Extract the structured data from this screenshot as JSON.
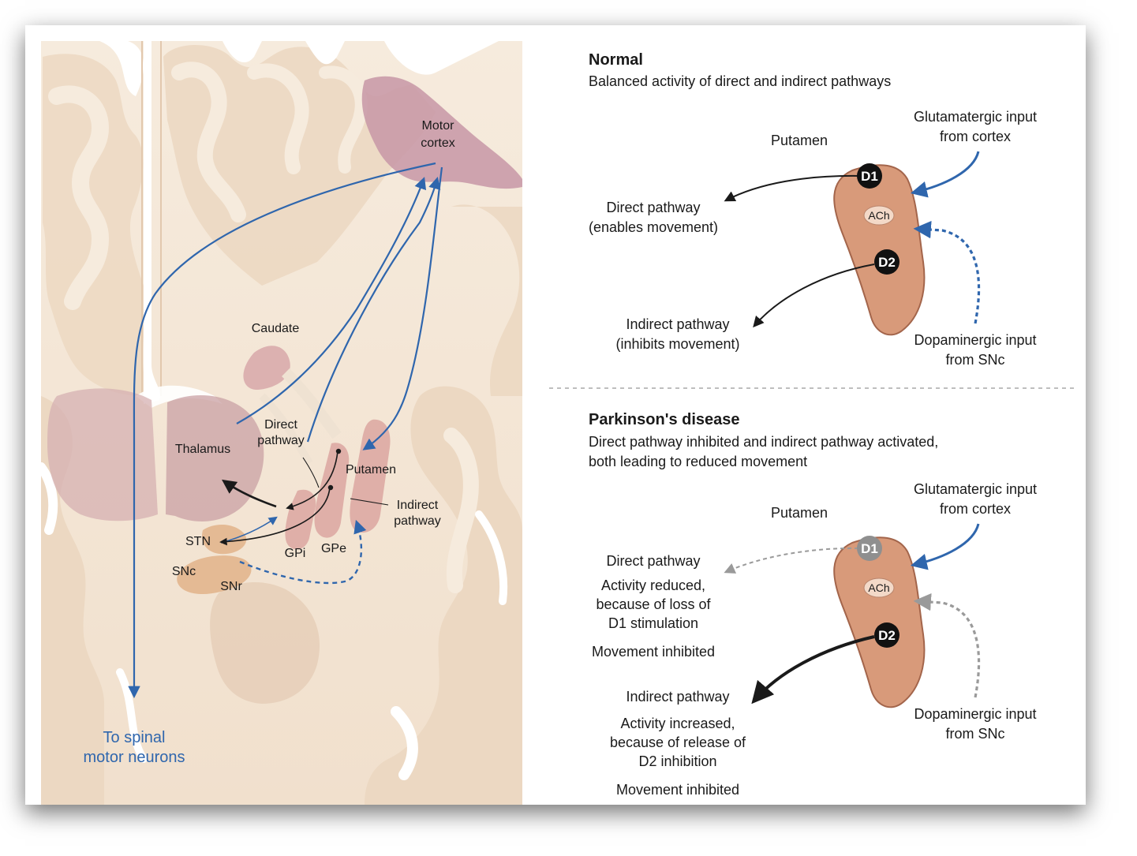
{
  "brain": {
    "motor_cortex": [
      "Motor",
      "cortex"
    ],
    "caudate": "Caudate",
    "thalamus": "Thalamus",
    "direct_pathway": [
      "Direct",
      "pathway"
    ],
    "putamen": "Putamen",
    "indirect_pathway": [
      "Indirect",
      "pathway"
    ],
    "stn": "STN",
    "gpi": "GPi",
    "gpe": "GPe",
    "snc": "SNc",
    "snr": "SNr",
    "spinal": [
      "To spinal",
      "motor neurons"
    ]
  },
  "normal": {
    "title": "Normal",
    "subtitle": "Balanced activity of direct and indirect pathways",
    "putamen": "Putamen",
    "glutamatergic": [
      "Glutamatergic input",
      "from cortex"
    ],
    "direct": [
      "Direct pathway",
      "(enables movement)"
    ],
    "indirect": [
      "Indirect pathway",
      "(inhibits movement)"
    ],
    "dopaminergic": [
      "Dopaminergic input",
      "from SNc"
    ],
    "d1": "D1",
    "d2": "D2",
    "ach": "ACh"
  },
  "parkinsons": {
    "title": "Parkinson's disease",
    "subtitle": [
      "Direct pathway inhibited and indirect pathway activated,",
      "both leading to reduced movement"
    ],
    "putamen": "Putamen",
    "glutamatergic": [
      "Glutamatergic input",
      "from cortex"
    ],
    "direct_title": "Direct pathway",
    "direct_desc": [
      "Activity reduced,",
      "because of loss of",
      "D1 stimulation"
    ],
    "direct_effect": "Movement inhibited",
    "indirect_title": "Indirect pathway",
    "indirect_desc": [
      "Activity increased,",
      "because of release of",
      "D2 inhibition"
    ],
    "indirect_effect": "Movement inhibited",
    "dopaminergic": [
      "Dopaminergic input",
      "from SNc"
    ],
    "d1": "D1",
    "d2": "D2",
    "ach": "ACh"
  },
  "colors": {
    "pathway_blue": "#2f66ad",
    "putamen_fill": "#d89a7a",
    "white_matter": "#f4e6d6",
    "gray_matter": "#ecd8c2",
    "cortex_highlight": "#c797a6",
    "lost_signal": "#9a9a9a"
  }
}
